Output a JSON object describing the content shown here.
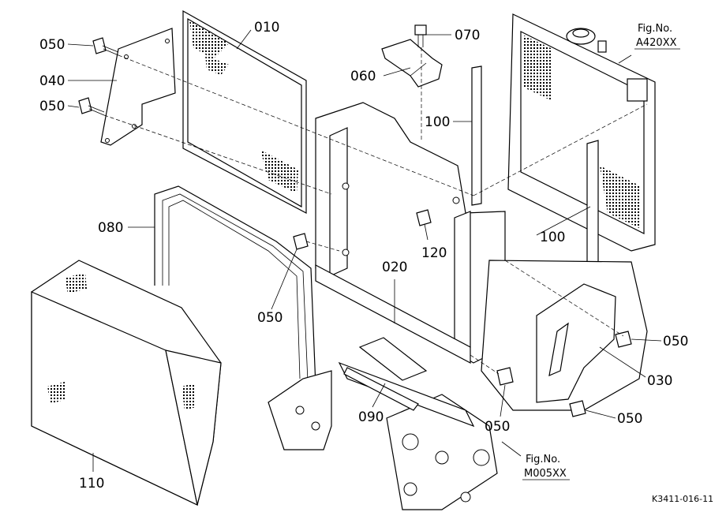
{
  "callouts": {
    "p010": "010",
    "p020": "020",
    "p030": "030",
    "p040": "040",
    "p050": "050",
    "p060": "060",
    "p070": "070",
    "p080": "080",
    "p090": "090",
    "p100": "100",
    "p110": "110",
    "p120": "120"
  },
  "figure_refs": {
    "radiator": {
      "caption": "Fig.No.",
      "code": "A420XX"
    },
    "frame": {
      "caption": "Fig.No.",
      "code": "M005XX"
    }
  },
  "drawing_code": "K3411-016-11"
}
